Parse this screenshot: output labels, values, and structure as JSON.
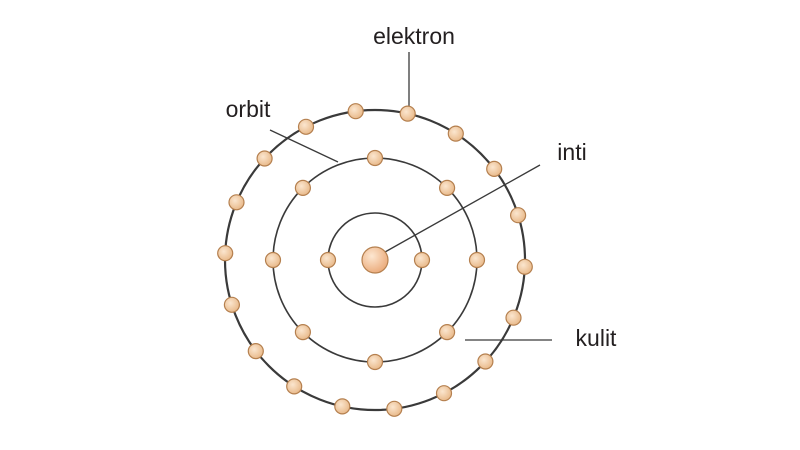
{
  "labels": {
    "electron": "elektron",
    "orbit": "orbit",
    "nucleus": "inti",
    "shell": "kulit"
  },
  "shells": [
    {
      "name": "inner",
      "electron_count": 2
    },
    {
      "name": "middle",
      "electron_count": 8
    },
    {
      "name": "outer",
      "electron_count": 18
    }
  ],
  "colors": {
    "particle_fill": "#f3cfa8",
    "particle_stroke": "#b5804f",
    "nucleus_fill": "#f4c9a0",
    "line": "#3a3a3a",
    "text": "#231f20"
  }
}
